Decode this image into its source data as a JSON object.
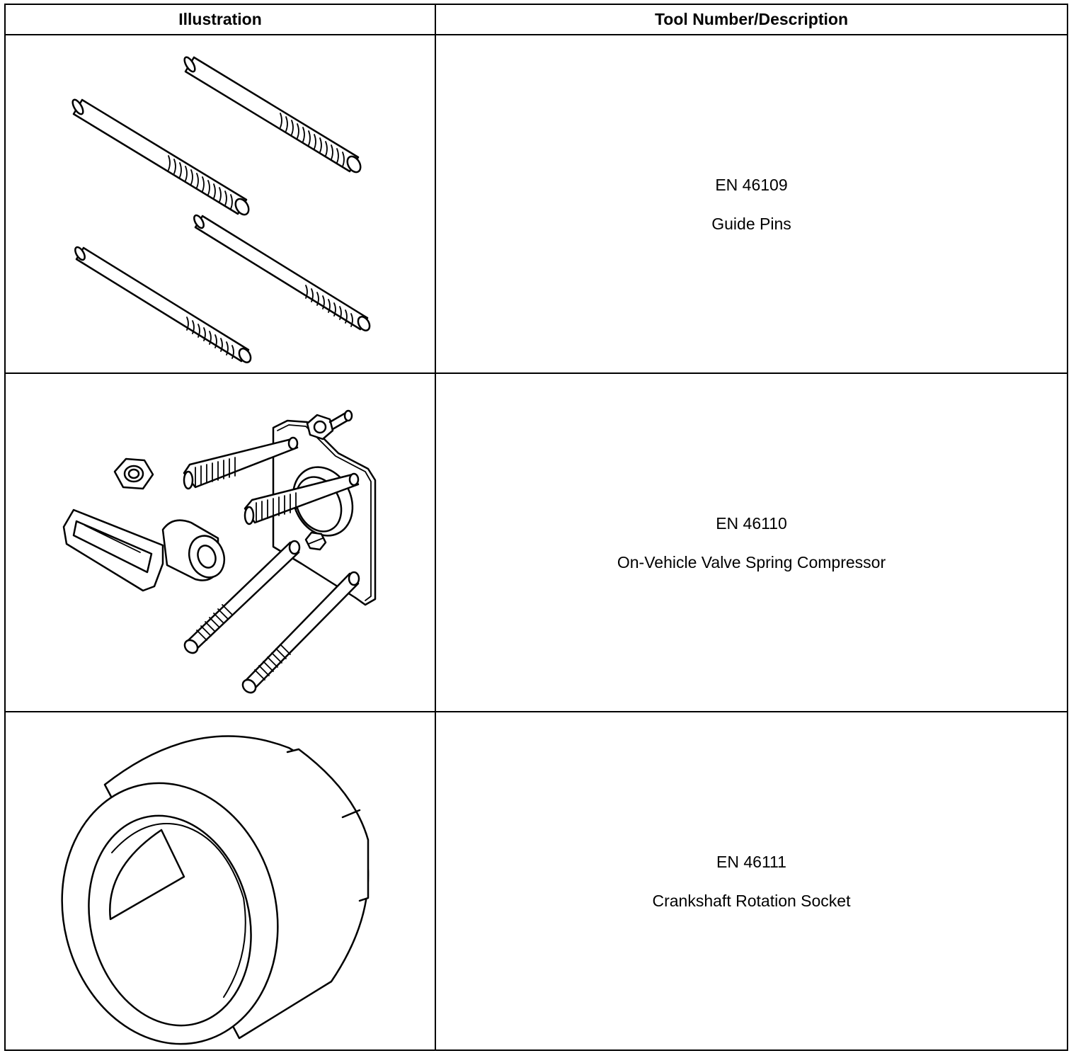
{
  "table": {
    "headers": [
      "Illustration",
      "Tool Number/Description"
    ],
    "rows": [
      {
        "tool_number": "EN 46109",
        "description": "Guide Pins",
        "illustration": "guide-pins-drawing"
      },
      {
        "tool_number": "EN 46110",
        "description": "On-Vehicle Valve Spring Compressor",
        "illustration": "valve-spring-compressor-drawing"
      },
      {
        "tool_number": "EN 46111",
        "description": "Crankshaft Rotation Socket",
        "illustration": "crankshaft-rotation-socket-drawing"
      }
    ]
  }
}
